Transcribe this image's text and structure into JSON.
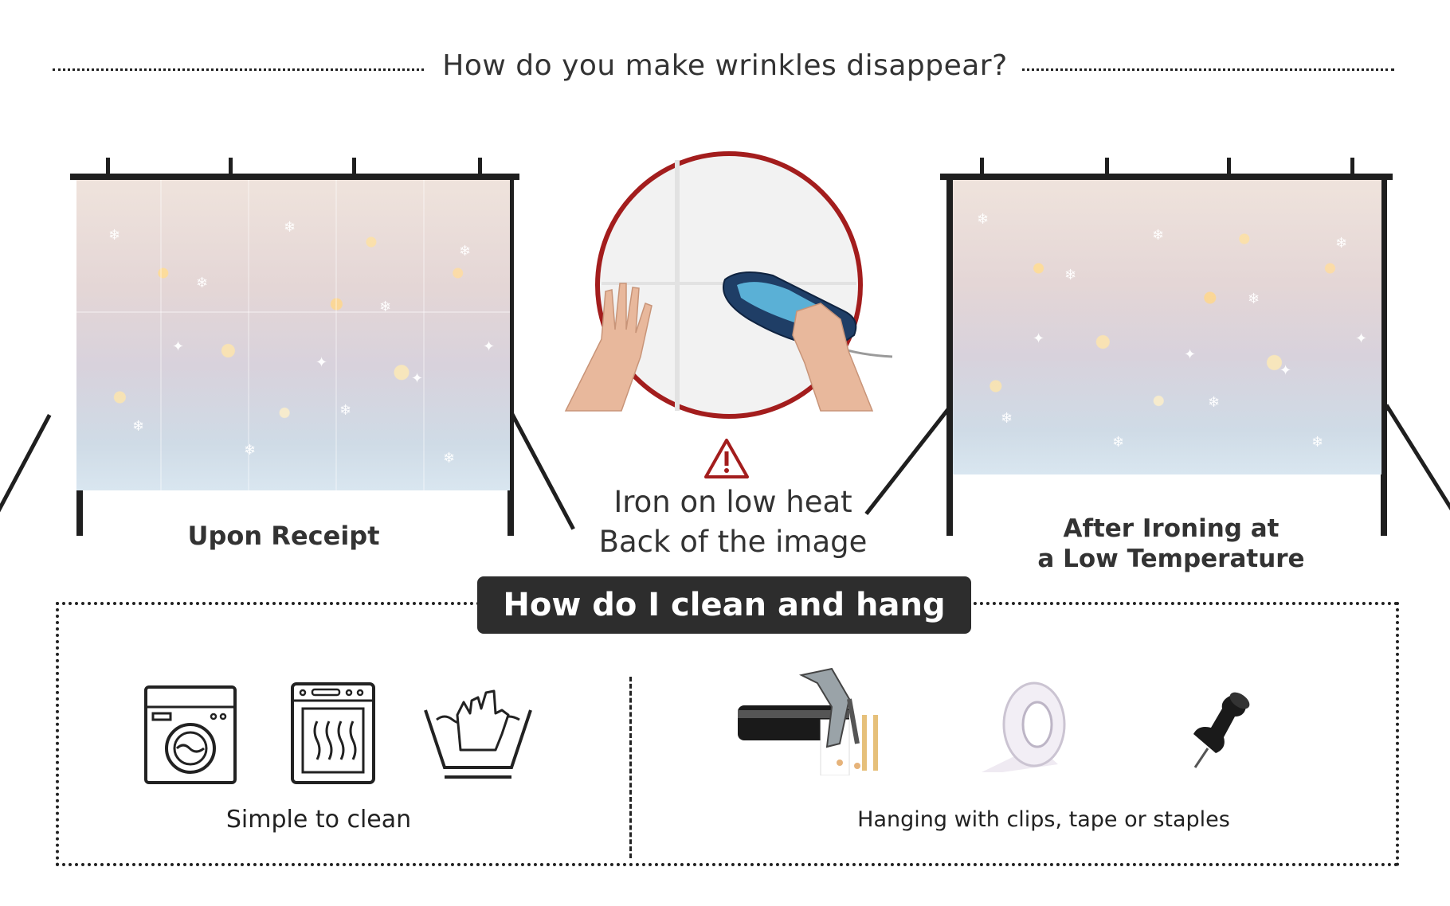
{
  "header": {
    "title": "How do you make wrinkles disappear?"
  },
  "panels": {
    "before_label": "Upon Receipt",
    "iron_lines": [
      "Iron on low heat",
      "Back of the image"
    ],
    "after_label_lines": [
      "After Ironing at",
      "a Low Temperature"
    ]
  },
  "care": {
    "title": "How do I clean and hang it?",
    "clean_caption": "Simple to clean",
    "hang_caption": "Hanging with clips, tape or staples",
    "clean_icons": [
      "washing-machine-icon",
      "oven-dryer-icon",
      "hand-wash-icon"
    ],
    "hang_icons": [
      "clip-icon",
      "tape-icon",
      "push-pin-icon"
    ]
  },
  "colors": {
    "accent_red": "#a31d1d",
    "pill_bg": "#2d2d2d"
  }
}
